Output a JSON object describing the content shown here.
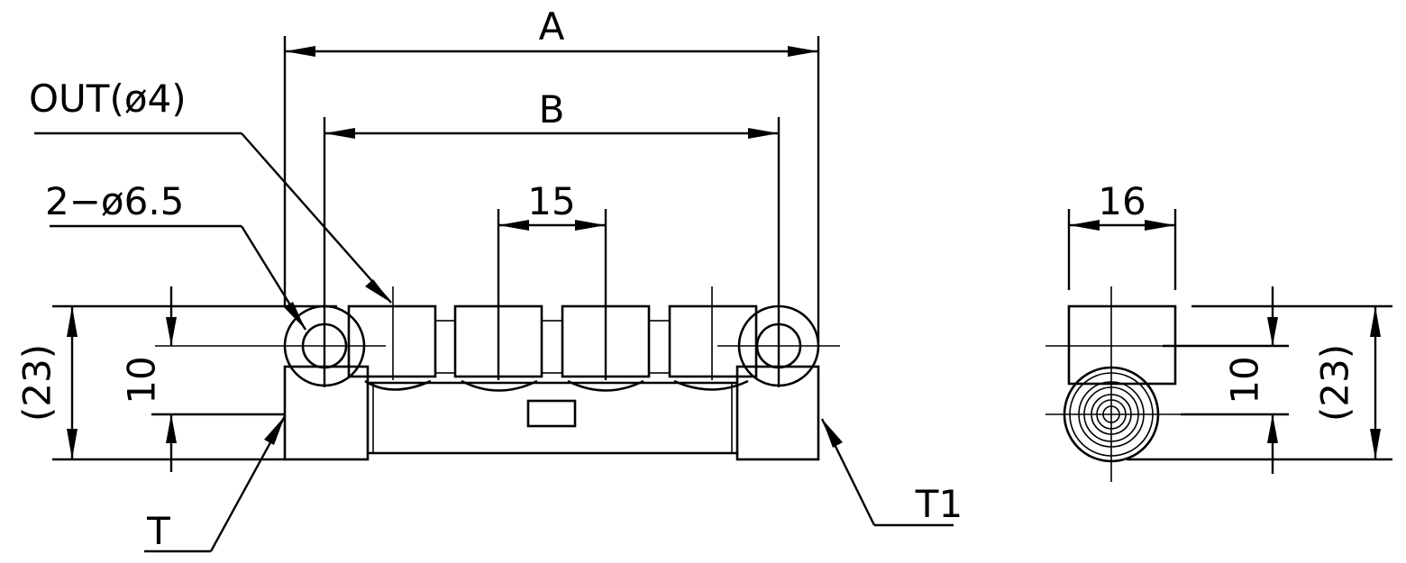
{
  "front_view": {
    "dim_A": "A",
    "dim_B": "B",
    "dim_pitch": "15",
    "label_out": "OUT(ø4)",
    "label_holes": "2−ø6.5",
    "label_T": "T",
    "label_T1": "T1",
    "dim_height": "(23)",
    "dim_10": "10"
  },
  "side_view": {
    "dim_width": "16",
    "dim_10": "10",
    "dim_height": "(23)"
  }
}
